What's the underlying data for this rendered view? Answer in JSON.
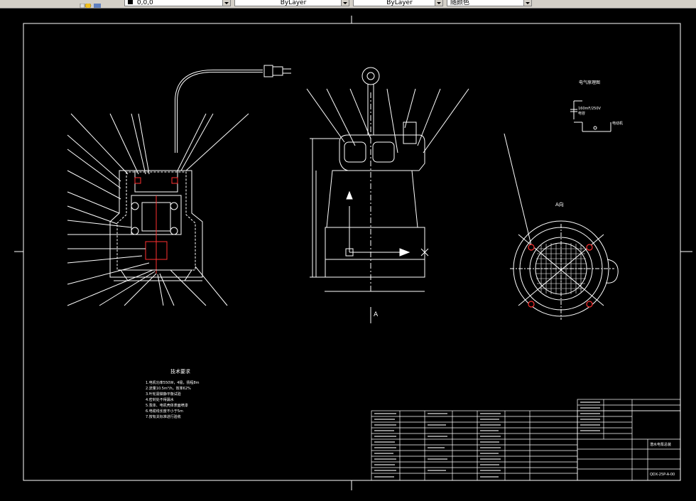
{
  "toolbar": {
    "layer_value": "0,0,0",
    "color_value": "ByLayer",
    "linetype_value": "ByLayer",
    "lineweight_value": "随颜色"
  },
  "drawing": {
    "view_label": "A",
    "detail_label": "A向",
    "wiring_title": "电气原理图",
    "capacitor_spec": "160mF/250V",
    "capacitor_label": "电容",
    "motor_label": "电动机",
    "tech_title": "技术要求",
    "tech_items": [
      "1.电机功率550W，4极，扬程8m",
      "2.流量10.5m³/h，效率62%",
      "3.叶轮需做静平衡试验",
      "4.密封处不得漏水",
      "5.泵体、电机壳体表面喷漆",
      "6.电缆线长度不小于5m",
      "7.按有关标准进行验收"
    ],
    "title_block": {
      "product": "潜水电泵总装",
      "drawing_no": "QDX-25P-A-00"
    }
  }
}
